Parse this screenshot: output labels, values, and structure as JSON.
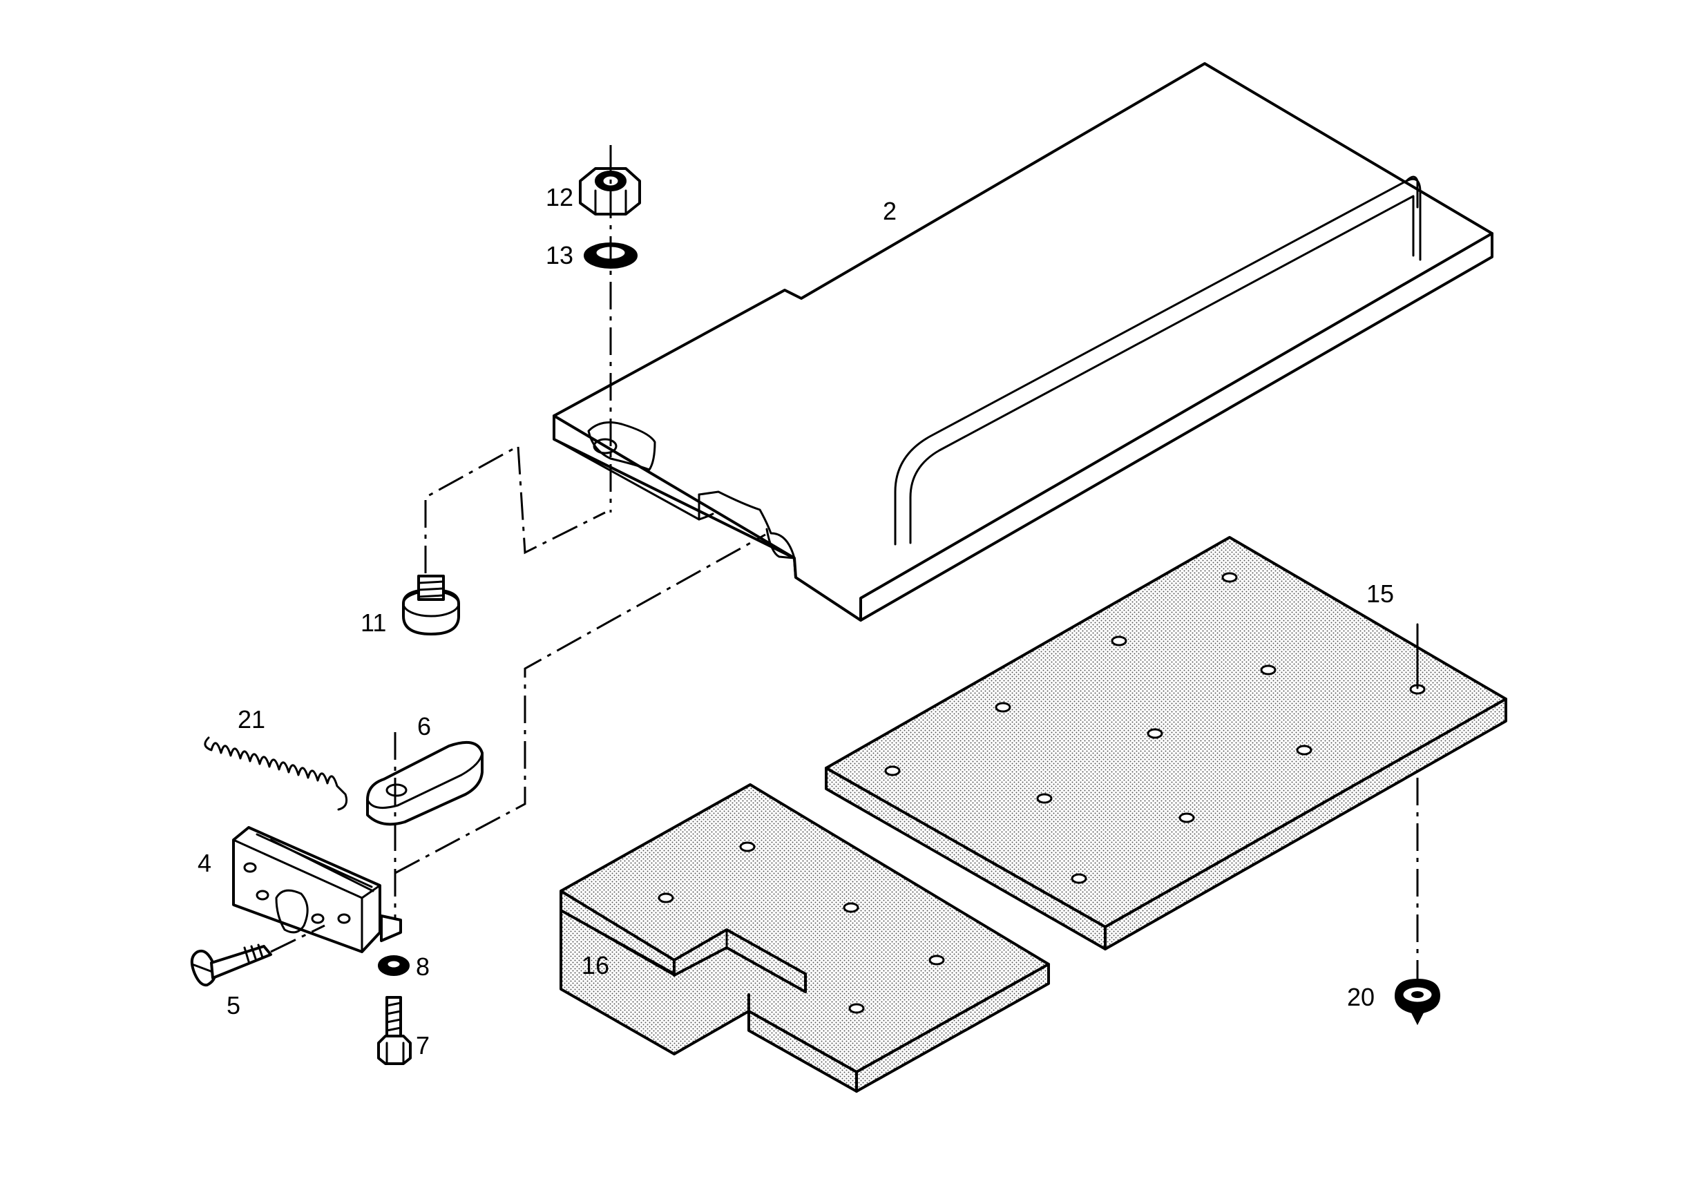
{
  "labels": {
    "p2": "2",
    "p4": "4",
    "p5": "5",
    "p6": "6",
    "p7": "7",
    "p8": "8",
    "p11": "11",
    "p12": "12",
    "p13": "13",
    "p15": "15",
    "p16": "16",
    "p20": "20",
    "p21": "21"
  }
}
